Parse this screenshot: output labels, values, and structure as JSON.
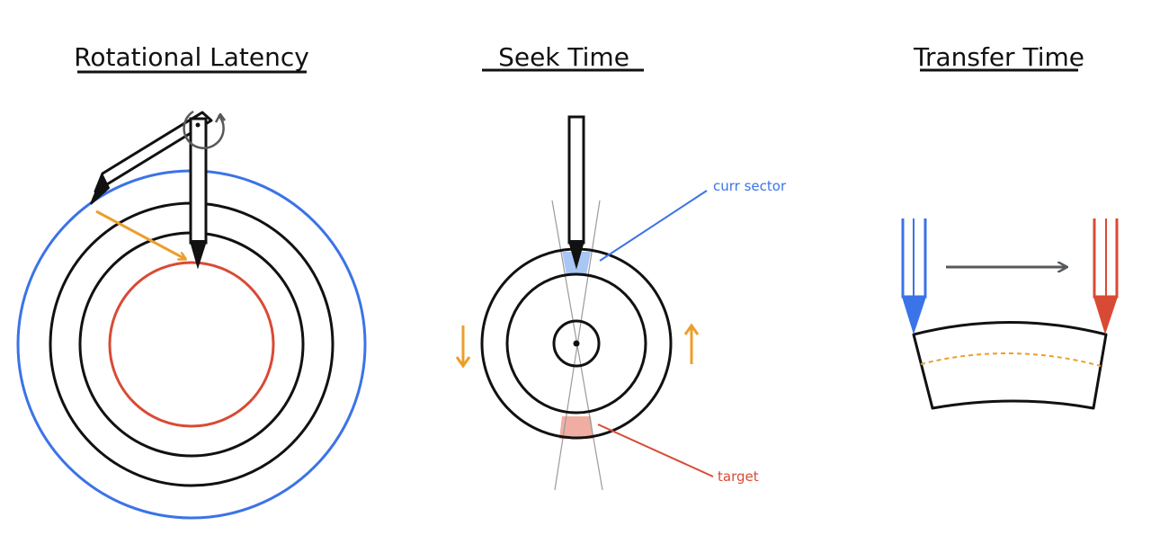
{
  "panels": {
    "rotational_latency": {
      "title": "Rotational Latency"
    },
    "seek_time": {
      "title": "Seek Time",
      "current_label": "curr sector",
      "target_label": "target"
    },
    "transfer_time": {
      "title": "Transfer Time"
    }
  },
  "colors": {
    "ink": "#111111",
    "blue": "#3b73e8",
    "red": "#d94a34",
    "orange": "#ec9e2c",
    "gray": "#56595b",
    "light_gray": "#9a9a9a",
    "blue_fill": "#a9c6f5",
    "red_fill": "#f0aea3"
  },
  "icons": {
    "head": "read-write-head-icon",
    "rotation": "rotation-arrow-icon",
    "direction": "arrow-icon"
  }
}
